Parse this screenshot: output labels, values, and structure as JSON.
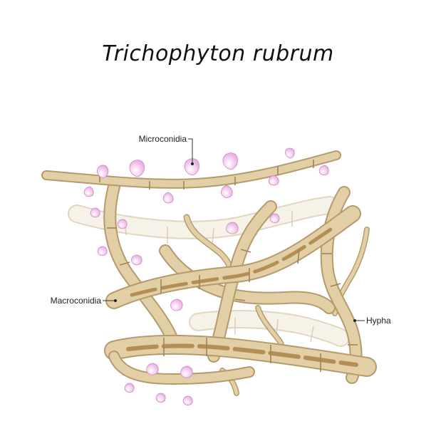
{
  "title": "Trichophyton rubrum",
  "labels": {
    "microconidia": "Microconidia",
    "macroconidia": "Macroconidia",
    "hypha": "Hypha"
  },
  "colors": {
    "hypha_fill": "#e3cfa6",
    "hypha_edge": "#b59a6c",
    "hypha_pale": "#efe6d2",
    "septum": "#a08458",
    "core": "#b48f55",
    "spore": "#f2c6ee",
    "spore_edge": "#c98cc4"
  }
}
